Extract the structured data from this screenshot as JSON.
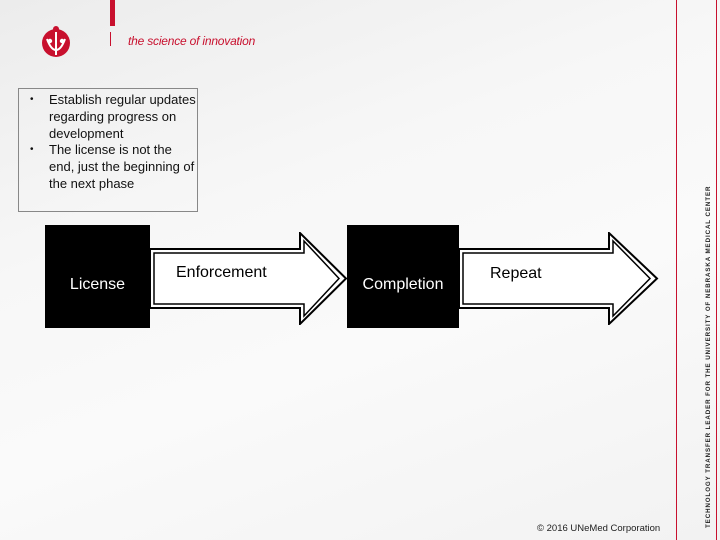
{
  "header": {
    "tagline": "the science of innovation",
    "brand_color": "#c8102e"
  },
  "sidebar": {
    "vertical_text": "TECHNOLOGY TRANSFER LEADER FOR THE UNIVERSITY OF NEBRASKA MEDICAL CENTER"
  },
  "bullets": [
    {
      "text": "Establish regular updates regarding progress on development"
    },
    {
      "text": "The license is not the end, just the beginning of the next phase"
    }
  ],
  "flow": {
    "license": "License",
    "enforcement": "Enforcement",
    "completion": "Completion",
    "repeat": "Repeat"
  },
  "footer": {
    "copyright": "© 2016 UNeMed Corporation"
  }
}
